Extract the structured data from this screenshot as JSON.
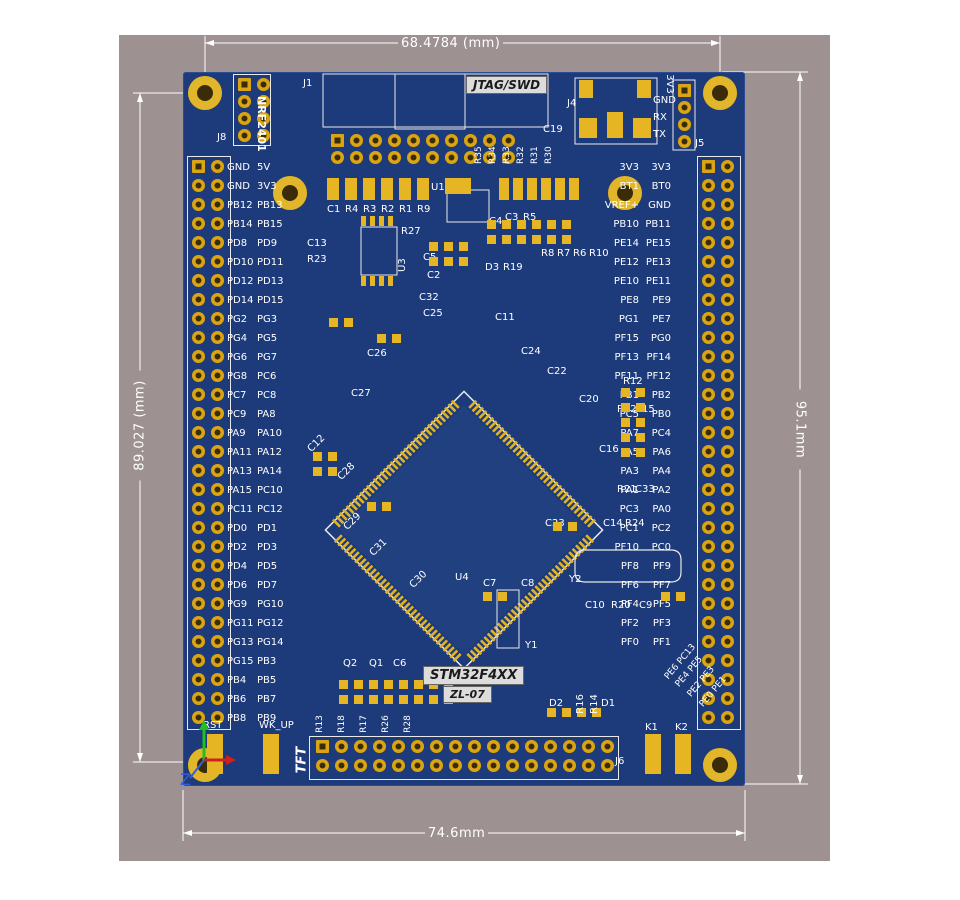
{
  "dimensions": {
    "top_width": "68.4784 (mm)",
    "left_height": "89.027 (mm)",
    "right_height": "95.1mm",
    "bottom_width": "74.6mm"
  },
  "board": {
    "mcu_label": "STM32F4XX",
    "model_label": "ZL-07",
    "jtag_label": "JTAG/SWD",
    "nrf_label": "NRF2401",
    "tft_label": "TFT",
    "mcu_ref": "U4",
    "refs": {
      "j1": "J1",
      "j8": "J8",
      "j4": "J4",
      "j5": "J5",
      "j6": "J6",
      "u1": "U1",
      "u3": "U3",
      "y1": "Y1",
      "y2": "Y2",
      "k1": "K1",
      "k2": "K2",
      "rst": "RST",
      "wk_up": "WK_UP",
      "j5_pins": [
        "3V3",
        "GND",
        "RX",
        "TX"
      ],
      "top_row": [
        "C1",
        "R4",
        "R3",
        "R2",
        "R1",
        "R9"
      ],
      "r_top": [
        "R35",
        "R34",
        "R33",
        "R32",
        "R31",
        "R30"
      ],
      "misc": [
        "C19",
        "C13",
        "R23",
        "R27",
        "C5",
        "C2",
        "C32",
        "C25",
        "C4",
        "C3",
        "R5",
        "R8",
        "R7",
        "R6",
        "R10",
        "D3",
        "R19",
        "C11",
        "C26",
        "C24",
        "C22",
        "C27",
        "R12",
        "C20",
        "R22",
        "C15",
        "C16",
        "R21",
        "C33",
        "C12",
        "C28",
        "C29",
        "C31",
        "C30",
        "C23",
        "C14",
        "R24",
        "C7",
        "C8",
        "C10",
        "R20",
        "C9",
        "Q2",
        "Q1",
        "C6",
        "R13",
        "R18",
        "R17",
        "R26",
        "R28",
        "D2",
        "R16",
        "R14",
        "D1"
      ]
    },
    "left_labels": [
      [
        "GND",
        "5V"
      ],
      [
        "GND",
        "3V3"
      ],
      [
        "PB12",
        "PB13"
      ],
      [
        "PB14",
        "PB15"
      ],
      [
        "PD8",
        "PD9"
      ],
      [
        "PD10",
        "PD11"
      ],
      [
        "PD12",
        "PD13"
      ],
      [
        "PD14",
        "PD15"
      ],
      [
        "PG2",
        "PG3"
      ],
      [
        "PG4",
        "PG5"
      ],
      [
        "PG6",
        "PG7"
      ],
      [
        "PG8",
        "PC6"
      ],
      [
        "PC7",
        "PC8"
      ],
      [
        "PC9",
        "PA8"
      ],
      [
        "PA9",
        "PA10"
      ],
      [
        "PA11",
        "PA12"
      ],
      [
        "PA13",
        "PA14"
      ],
      [
        "PA15",
        "PC10"
      ],
      [
        "PC11",
        "PC12"
      ],
      [
        "PD0",
        "PD1"
      ],
      [
        "PD2",
        "PD3"
      ],
      [
        "PD4",
        "PD5"
      ],
      [
        "PD6",
        "PD7"
      ],
      [
        "PG9",
        "PG10"
      ],
      [
        "PG11",
        "PG12"
      ],
      [
        "PG13",
        "PG14"
      ],
      [
        "PG15",
        "PB3"
      ],
      [
        "PB4",
        "PB5"
      ],
      [
        "PB6",
        "PB7"
      ],
      [
        "PB8",
        "PB9"
      ]
    ],
    "right_labels": [
      [
        "3V3",
        "3V3"
      ],
      [
        "BT1",
        "BT0"
      ],
      [
        "VREF+",
        "GND"
      ],
      [
        "PB10",
        "PB11"
      ],
      [
        "PE14",
        "PE15"
      ],
      [
        "PE12",
        "PE13"
      ],
      [
        "PE10",
        "PE11"
      ],
      [
        "PE8",
        "PE9"
      ],
      [
        "PG1",
        "PE7"
      ],
      [
        "PF15",
        "PG0"
      ],
      [
        "PF13",
        "PF14"
      ],
      [
        "PF11",
        "PF12"
      ],
      [
        "PB1",
        "PB2"
      ],
      [
        "PC5",
        "PB0"
      ],
      [
        "PA7",
        "PC4"
      ],
      [
        "PA5",
        "PA6"
      ],
      [
        "PA3",
        "PA4"
      ],
      [
        "PA1",
        "PA2"
      ],
      [
        "PC3",
        "PA0"
      ],
      [
        "PC1",
        "PC2"
      ],
      [
        "PF10",
        "PC0"
      ],
      [
        "PF8",
        "PF9"
      ],
      [
        "PF6",
        "PF7"
      ],
      [
        "PF4",
        "PF5"
      ],
      [
        "PF2",
        "PF3"
      ],
      [
        "PF0",
        "PF1"
      ],
      [
        "PE6",
        "PC13"
      ],
      [
        "PE4",
        "PE5"
      ],
      [
        "PE2",
        "PE3"
      ],
      [
        "PE0",
        "PE1"
      ]
    ]
  },
  "axes": {
    "z_label": "Z"
  }
}
